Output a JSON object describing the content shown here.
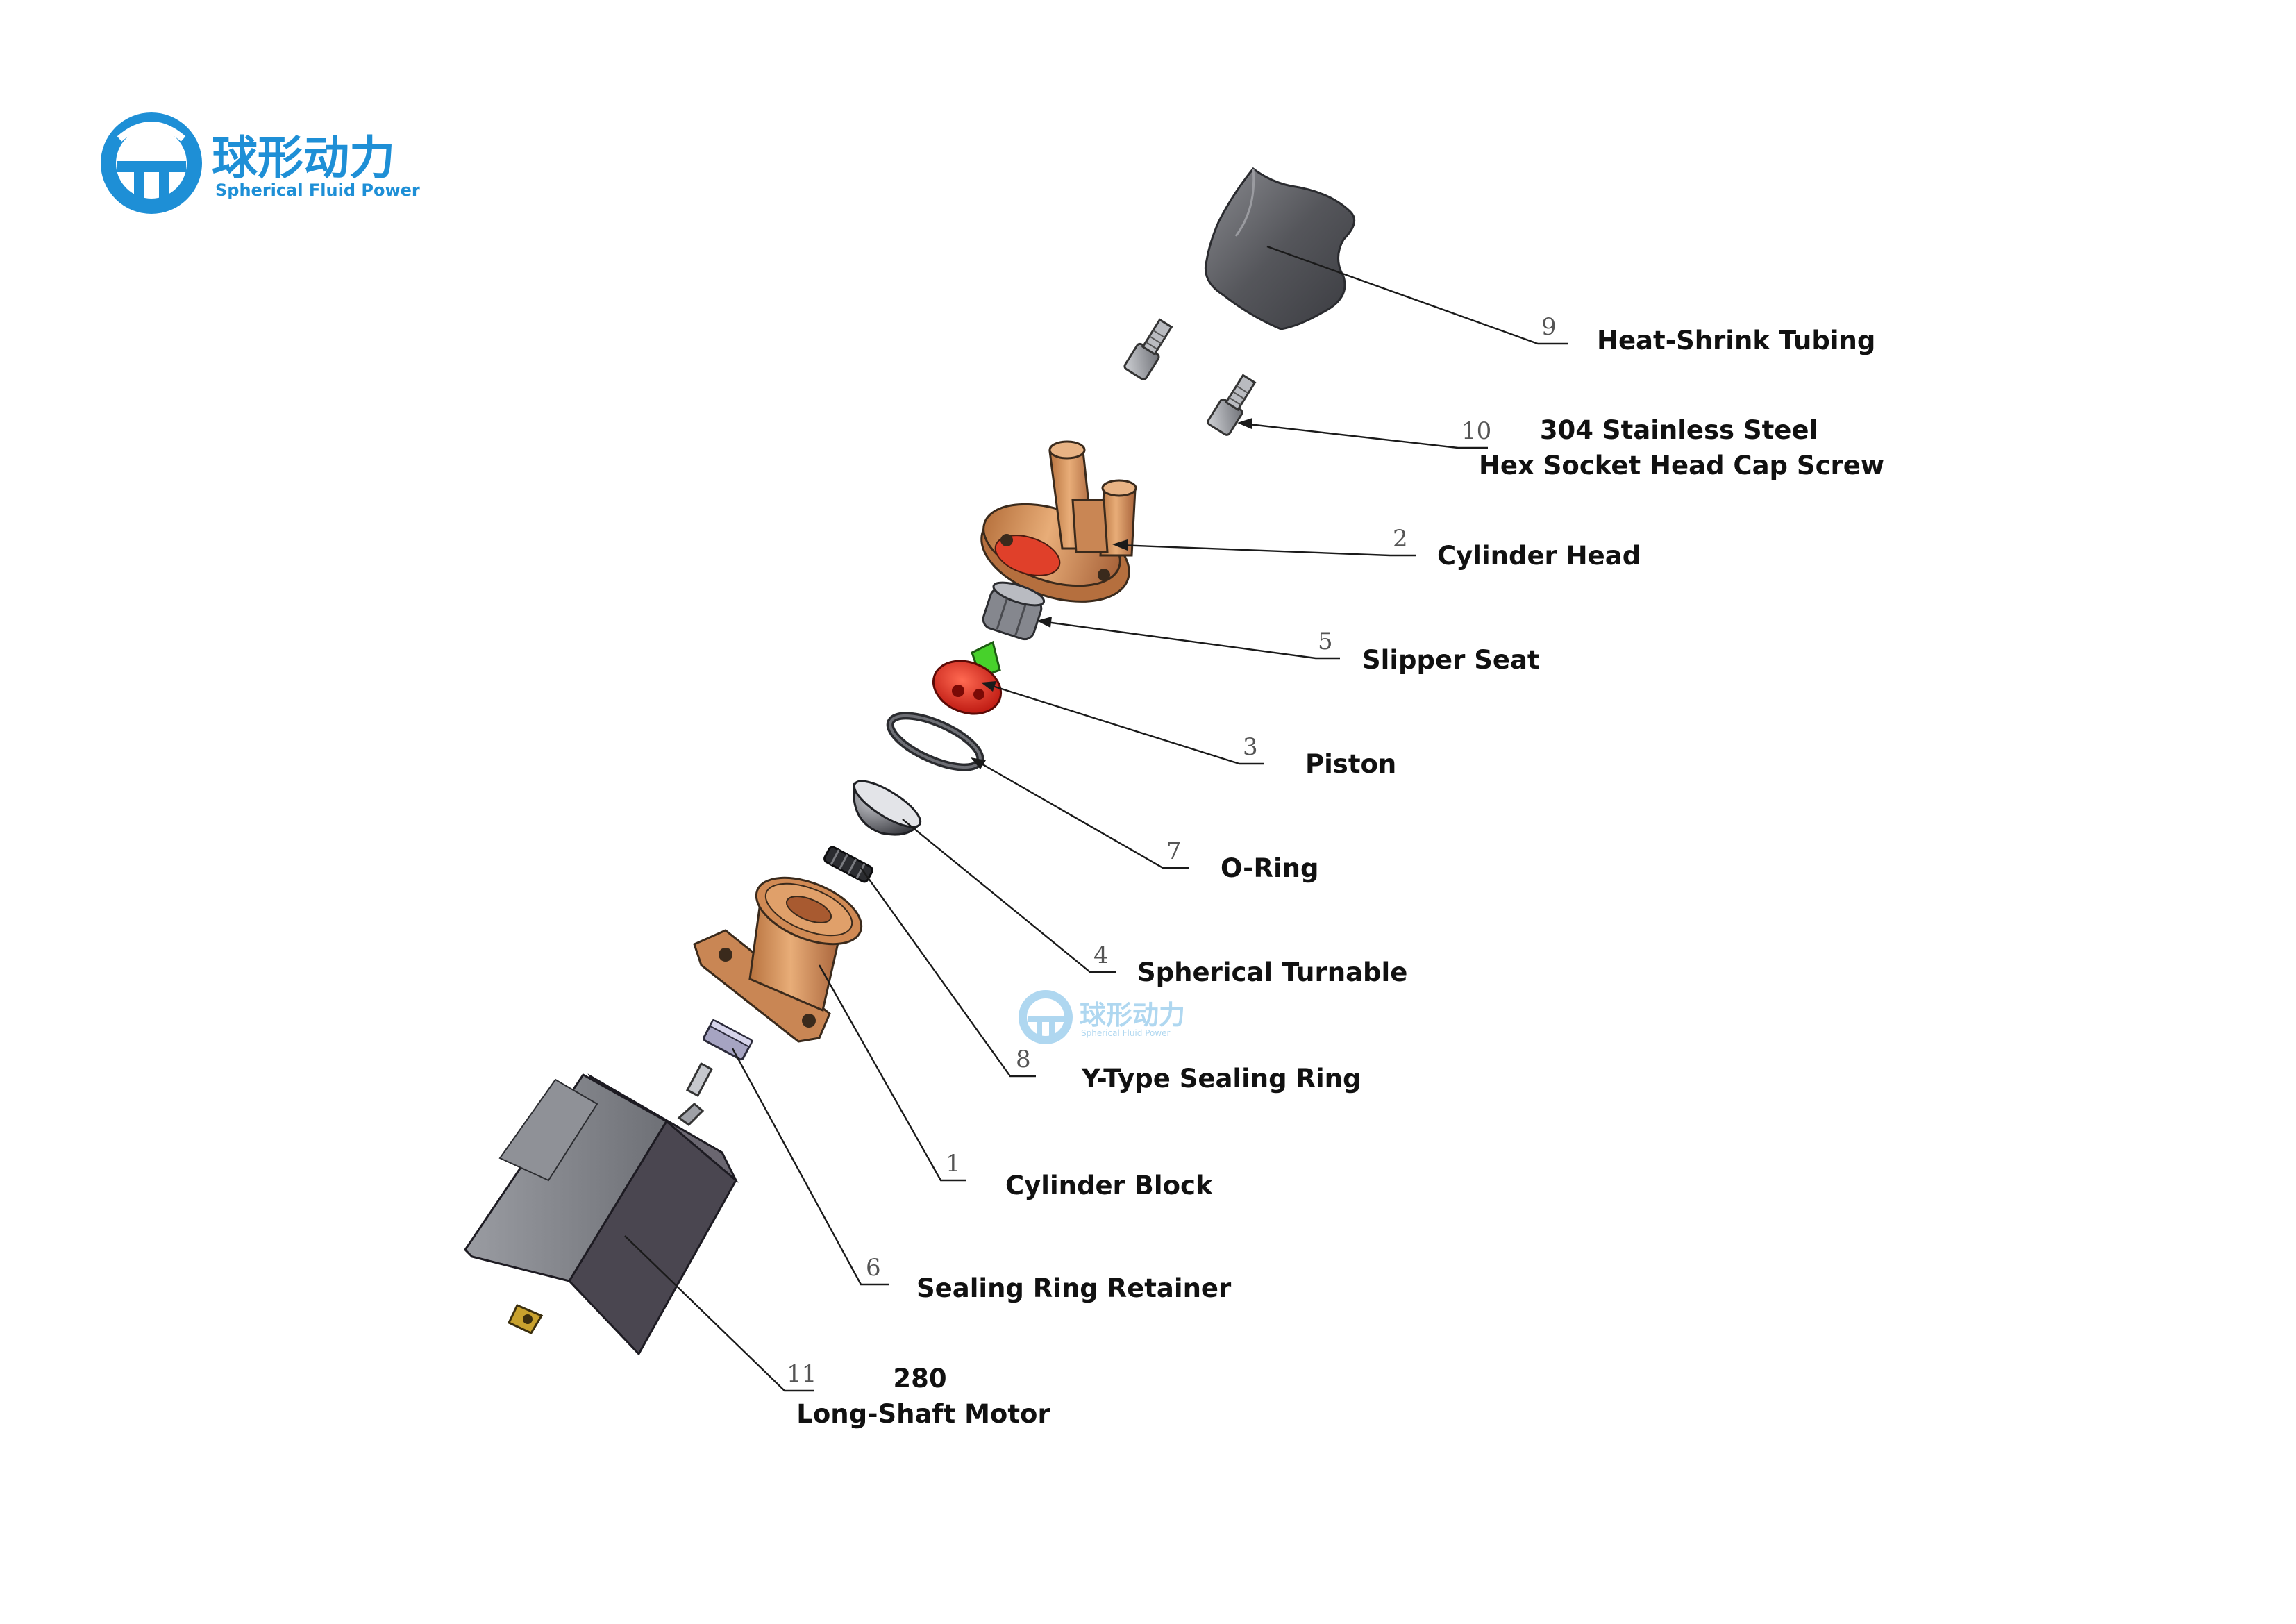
{
  "logo": {
    "cn": "球形动力",
    "en": "Spherical Fluid Power",
    "color": "#1e8fd6"
  },
  "colors": {
    "copper": "#d4935e",
    "copper_dark": "#9c5c32",
    "motor_grey": "#7d7f86",
    "motor_dark": "#3f3b47",
    "piston_red": "#e8231c",
    "piston_green": "#47d12b",
    "tubing": "#4f5055"
  },
  "parts": [
    {
      "id": "heat-shrink-tubing",
      "number": "9",
      "label": [
        "Heat-Shrink Tubing"
      ]
    },
    {
      "id": "hex-socket-head-cap-screw",
      "number": "10",
      "label": [
        "304 Stainless Steel",
        "Hex Socket Head Cap Screw"
      ]
    },
    {
      "id": "cylinder-head",
      "number": "2",
      "label": [
        "Cylinder Head"
      ]
    },
    {
      "id": "slipper-seat",
      "number": "5",
      "label": [
        "Slipper Seat"
      ]
    },
    {
      "id": "piston",
      "number": "3",
      "label": [
        "Piston"
      ]
    },
    {
      "id": "o-ring",
      "number": "7",
      "label": [
        "O-Ring"
      ]
    },
    {
      "id": "spherical-turnable",
      "number": "4",
      "label": [
        "Spherical Turnable"
      ]
    },
    {
      "id": "y-type-sealing-ring",
      "number": "8",
      "label": [
        "Y-Type Sealing Ring"
      ]
    },
    {
      "id": "cylinder-block",
      "number": "1",
      "label": [
        "Cylinder Block"
      ]
    },
    {
      "id": "sealing-ring-retainer",
      "number": "6",
      "label": [
        "Sealing Ring Retainer"
      ]
    },
    {
      "id": "long-shaft-motor",
      "number": "11",
      "label": [
        "280",
        "Long-Shaft Motor"
      ]
    }
  ]
}
